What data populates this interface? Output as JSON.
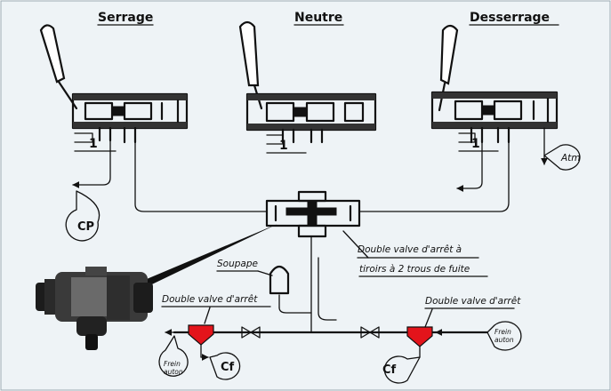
{
  "panels": {
    "left_title": "Serrage",
    "middle_title": "Neutre",
    "right_title": "Desserrage",
    "port_number": "1"
  },
  "bubbles": {
    "cp": "CP",
    "atm": "Atm",
    "cf": "Cf",
    "frein_line1": "Frein",
    "frein_line2": "auton"
  },
  "labels": {
    "soupape": "Soupape",
    "double_valve_left": "Double valve d'arrêt",
    "double_valve_right": "Double valve d'arrêt",
    "double_valve_center_line1": "Double valve d'arrêt à",
    "double_valve_center_line2": "tiroirs à 2 trous de fuite"
  },
  "colors": {
    "ink": "#111111",
    "valve_red": "#e3141b",
    "background": "#eef3f6"
  },
  "icons": {
    "cock": "hand-operated-brake-cock",
    "valve": "double-check-valve",
    "photo": "valve-photo"
  }
}
